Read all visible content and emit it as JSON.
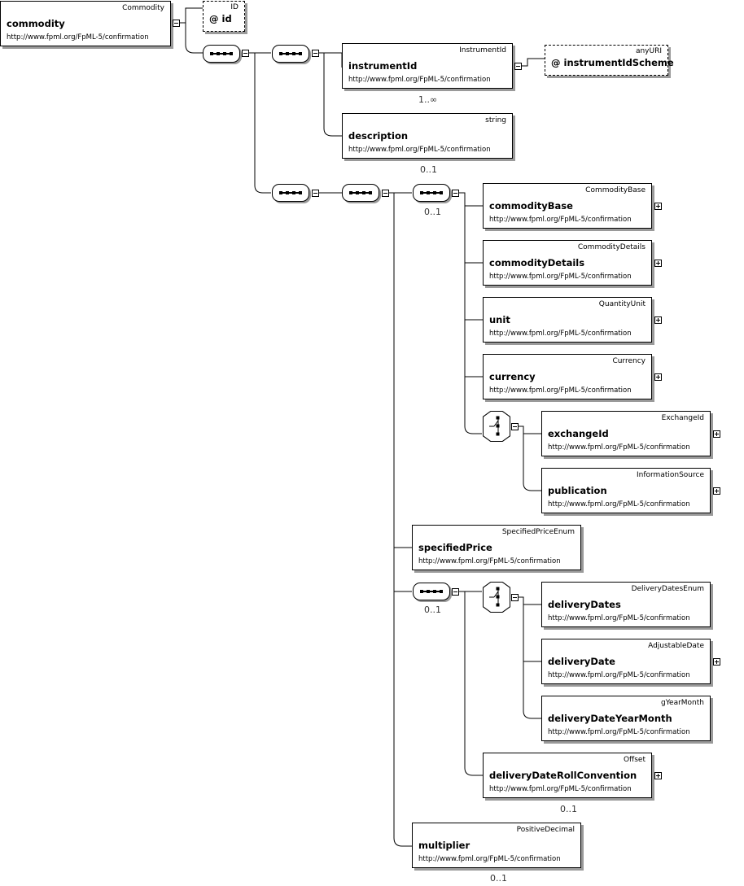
{
  "ns": "http://www.fpml.org/FpML-5/confirmation",
  "nodes": {
    "commodity": {
      "type": "Commodity",
      "name": "commodity"
    },
    "id": {
      "type": "ID",
      "name": "@ id"
    },
    "instrumentId": {
      "type": "InstrumentId",
      "name": "instrumentId",
      "card": "1..∞"
    },
    "instrumentIdScheme": {
      "type": "anyURI",
      "name": "@ instrumentIdScheme"
    },
    "description": {
      "type": "string",
      "name": "description",
      "card": "0..1"
    },
    "commodityBase": {
      "type": "CommodityBase",
      "name": "commodityBase"
    },
    "commodityDetails": {
      "type": "CommodityDetails",
      "name": "commodityDetails"
    },
    "unit": {
      "type": "QuantityUnit",
      "name": "unit"
    },
    "currency": {
      "type": "Currency",
      "name": "currency"
    },
    "exchangeId": {
      "type": "ExchangeId",
      "name": "exchangeId"
    },
    "publication": {
      "type": "InformationSource",
      "name": "publication"
    },
    "specifiedPrice": {
      "type": "SpecifiedPriceEnum",
      "name": "specifiedPrice"
    },
    "deliveryDates": {
      "type": "DeliveryDatesEnum",
      "name": "deliveryDates"
    },
    "deliveryDate": {
      "type": "AdjustableDate",
      "name": "deliveryDate"
    },
    "deliveryDateYearMonth": {
      "type": "gYearMonth",
      "name": "deliveryDateYearMonth"
    },
    "deliveryDateRollConvention": {
      "type": "Offset",
      "name": "deliveryDateRollConvention",
      "card": "0..1"
    },
    "multiplier": {
      "type": "PositiveDecimal",
      "name": "multiplier",
      "card": "0..1"
    }
  },
  "compositors": {
    "seq_inner_card": "0..1",
    "seq_delivery_card": "0..1"
  }
}
